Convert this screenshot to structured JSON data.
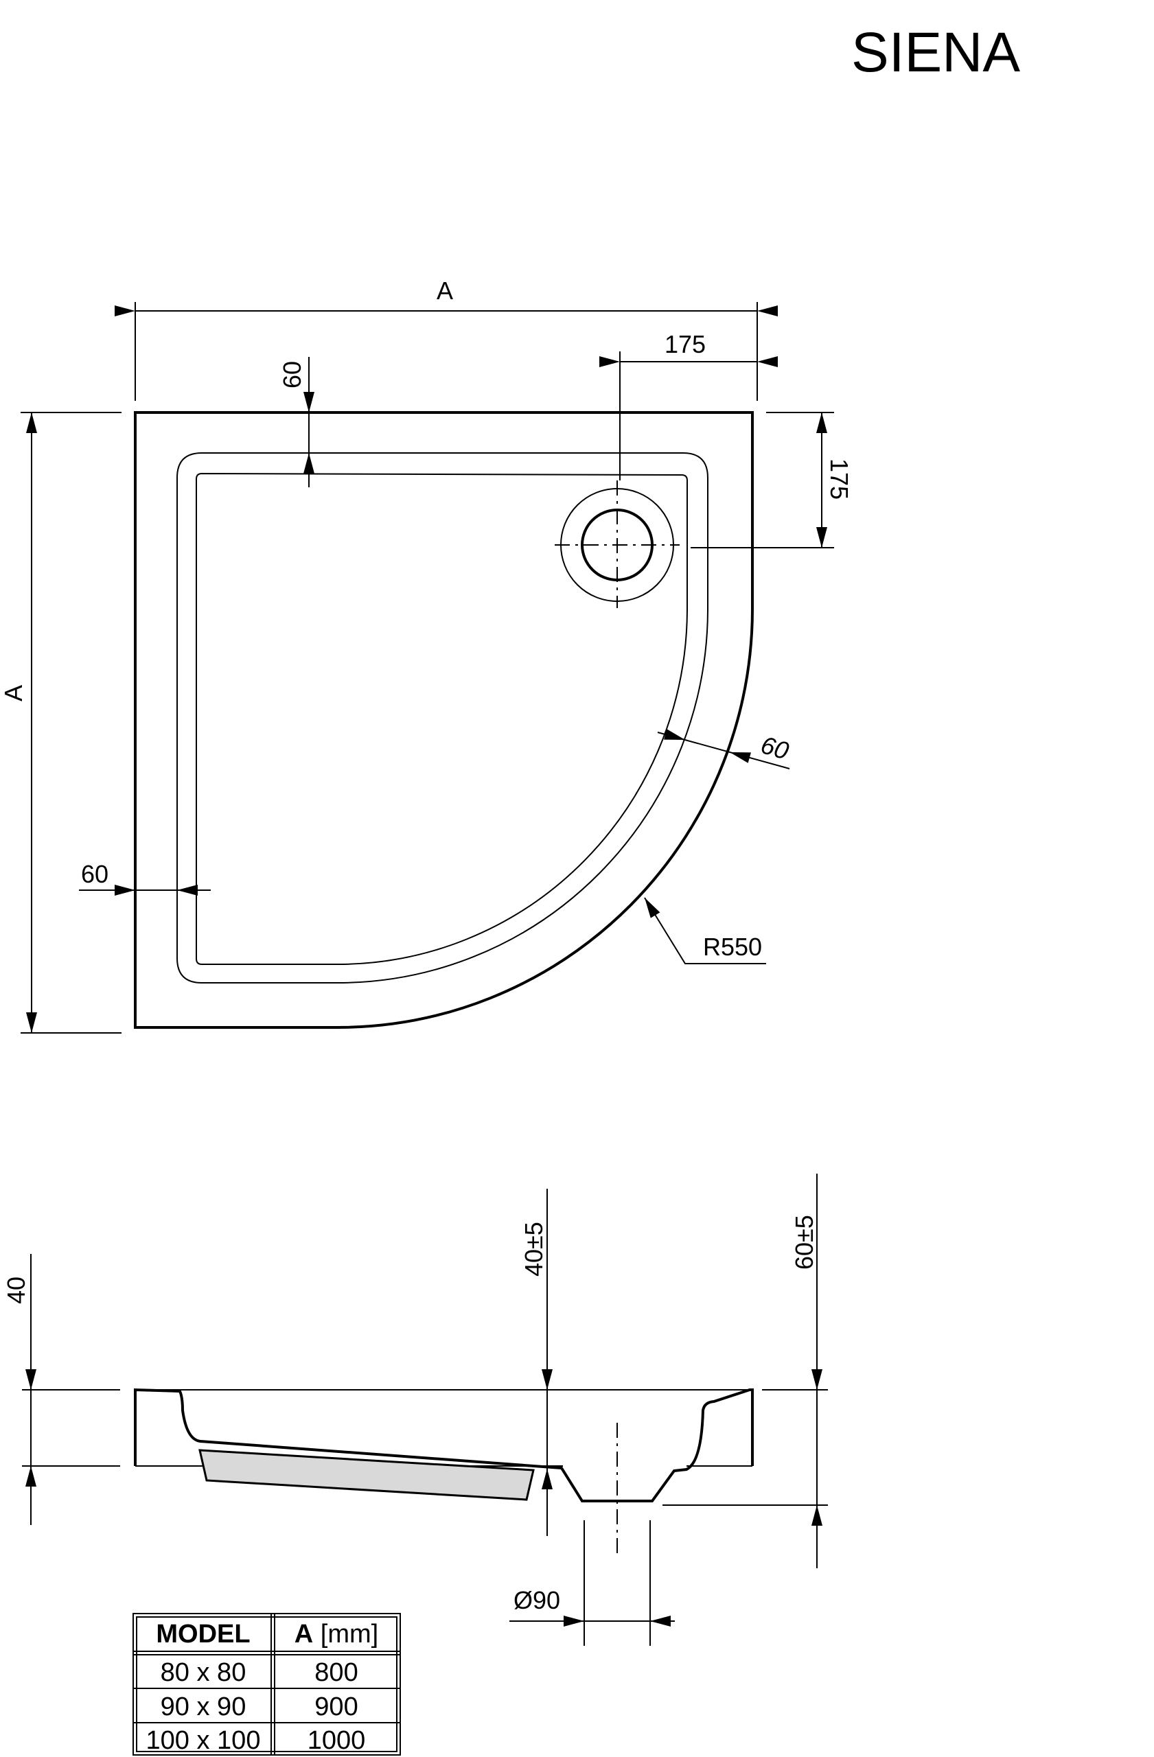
{
  "title": "SIENA",
  "plan_view": {
    "width_label": "A",
    "height_label": "A",
    "drain_offset_x": "175",
    "drain_offset_y": "175",
    "rim_top": "60",
    "rim_left": "60",
    "rim_curved": "60",
    "radius": "R550"
  },
  "section_view": {
    "rim_height": "40",
    "drain_height": "40±5",
    "total_height": "60±5",
    "drain_diameter": "Ø90"
  },
  "table": {
    "headers": {
      "model": "MODEL",
      "a_bold": "A",
      "a_unit": " [mm]"
    },
    "rows": [
      {
        "model": "80 x 80",
        "a": "800"
      },
      {
        "model": "90 x 90",
        "a": "900"
      },
      {
        "model": "100 x 100",
        "a": "1000"
      }
    ]
  },
  "colors": {
    "line": "#000000",
    "support_fill": "#d9d9d9"
  }
}
